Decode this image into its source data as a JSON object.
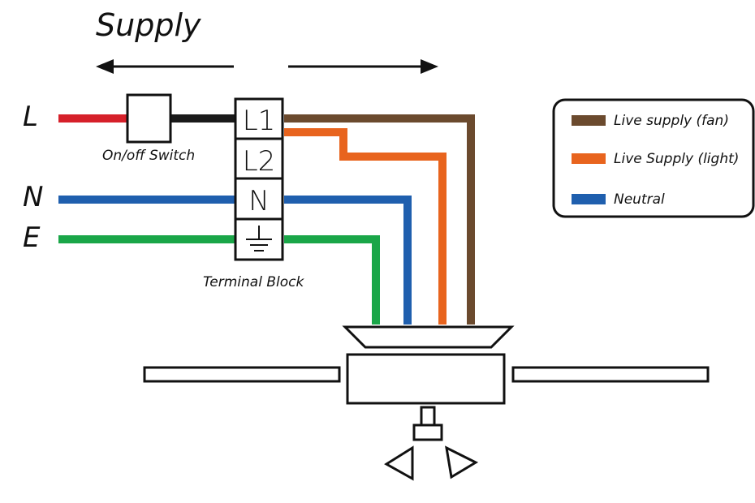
{
  "supply_label": "Supply",
  "lines": {
    "live": "L",
    "neutral": "N",
    "earth": "E"
  },
  "switch_label": "On/off Switch",
  "terminal_block": {
    "label": "Terminal Block",
    "slots": [
      "L1",
      "L2",
      "N"
    ]
  },
  "legend": {
    "items": [
      {
        "label": "Live supply (fan)",
        "color": "#6b4a2e"
      },
      {
        "label": "Live Supply (light)",
        "color": "#e8641e"
      },
      {
        "label": "Neutral",
        "color": "#1f5fae"
      }
    ]
  },
  "colors": {
    "live_in": "#d6202a",
    "switched_live": "#1a1a1a",
    "fan_live": "#6b4a2e",
    "light_live": "#e8641e",
    "neutral": "#1f5fae",
    "earth": "#1aa648"
  }
}
